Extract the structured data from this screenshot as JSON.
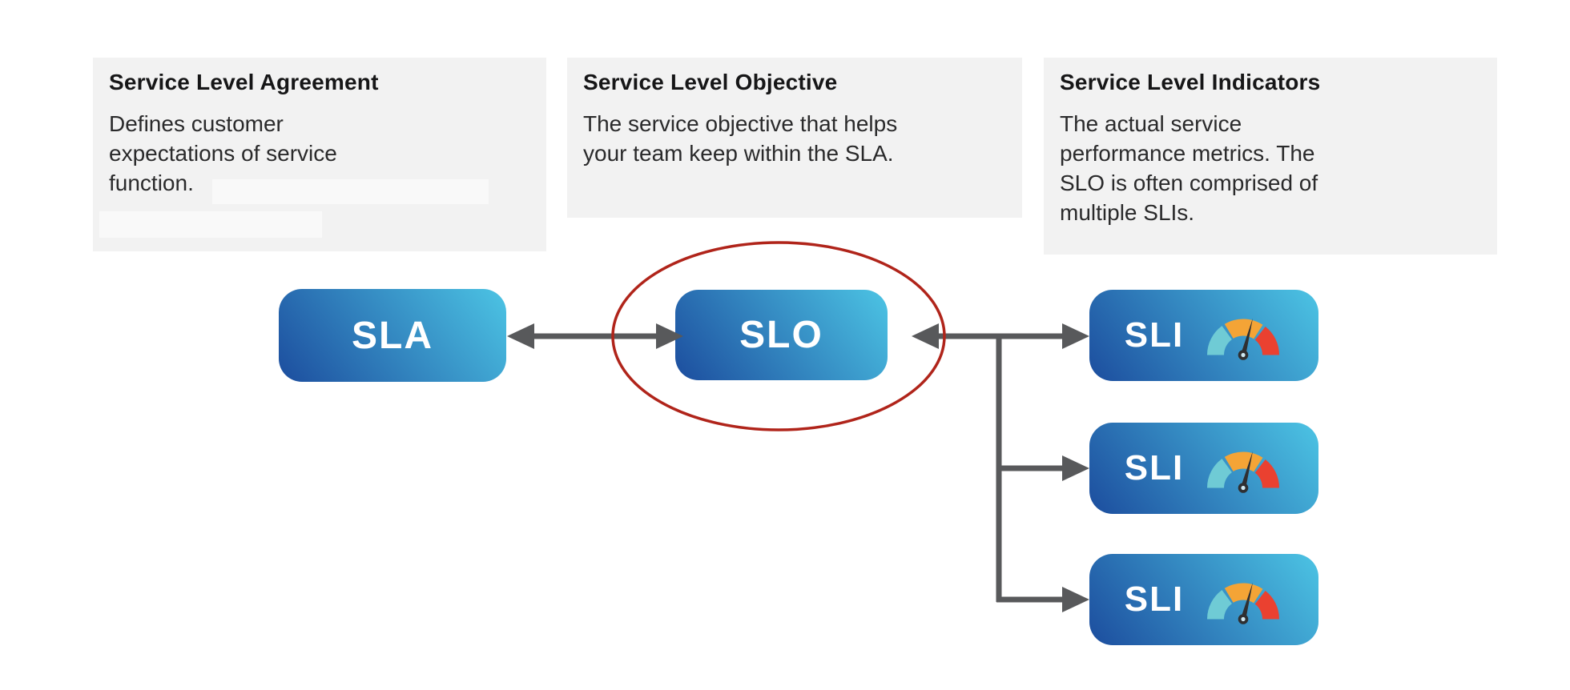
{
  "description_boxes": [
    {
      "title": "Service Level Agreement",
      "body": "Defines customer expectations of service function.",
      "note": "followed by two redacted/blurred text lines"
    },
    {
      "title": "Service Level Objective",
      "body": "The service objective that helps your team keep within the SLA."
    },
    {
      "title": "Service Level Indicators",
      "body": "The actual service performance metrics. The SLO is often comprised of multiple SLIs."
    }
  ],
  "nodes": {
    "sla": {
      "label": "SLA"
    },
    "slo": {
      "label": "SLO",
      "highlighted": true
    },
    "sli1": {
      "label": "SLI",
      "icon": "gauge-icon"
    },
    "sli2": {
      "label": "SLI",
      "icon": "gauge-icon"
    },
    "sli3": {
      "label": "SLI",
      "icon": "gauge-icon"
    }
  },
  "connections": [
    {
      "from": "sla",
      "to": "slo",
      "style": "double-arrow"
    },
    {
      "from": "slo",
      "to": "sli1",
      "style": "double-arrow-branch"
    },
    {
      "from": "slo",
      "to": "sli2",
      "style": "branch-arrow"
    },
    {
      "from": "slo",
      "to": "sli3",
      "style": "branch-arrow"
    }
  ],
  "colors": {
    "page_background": "#ffffff",
    "box_background": "#f2f2f2",
    "redacted_line": "#f9f9f9",
    "text": "#1e1e1f",
    "node_gradient_start": "#1c4d9e",
    "node_gradient_end": "#4cc4e4",
    "node_text": "#ffffff",
    "connector": "#58595b",
    "highlight_ellipse": "#b0241a",
    "gauge_teal": "#6fcbd5",
    "gauge_orange": "#f4a436",
    "gauge_red": "#ea4130",
    "gauge_needle": "#2f2f31"
  }
}
